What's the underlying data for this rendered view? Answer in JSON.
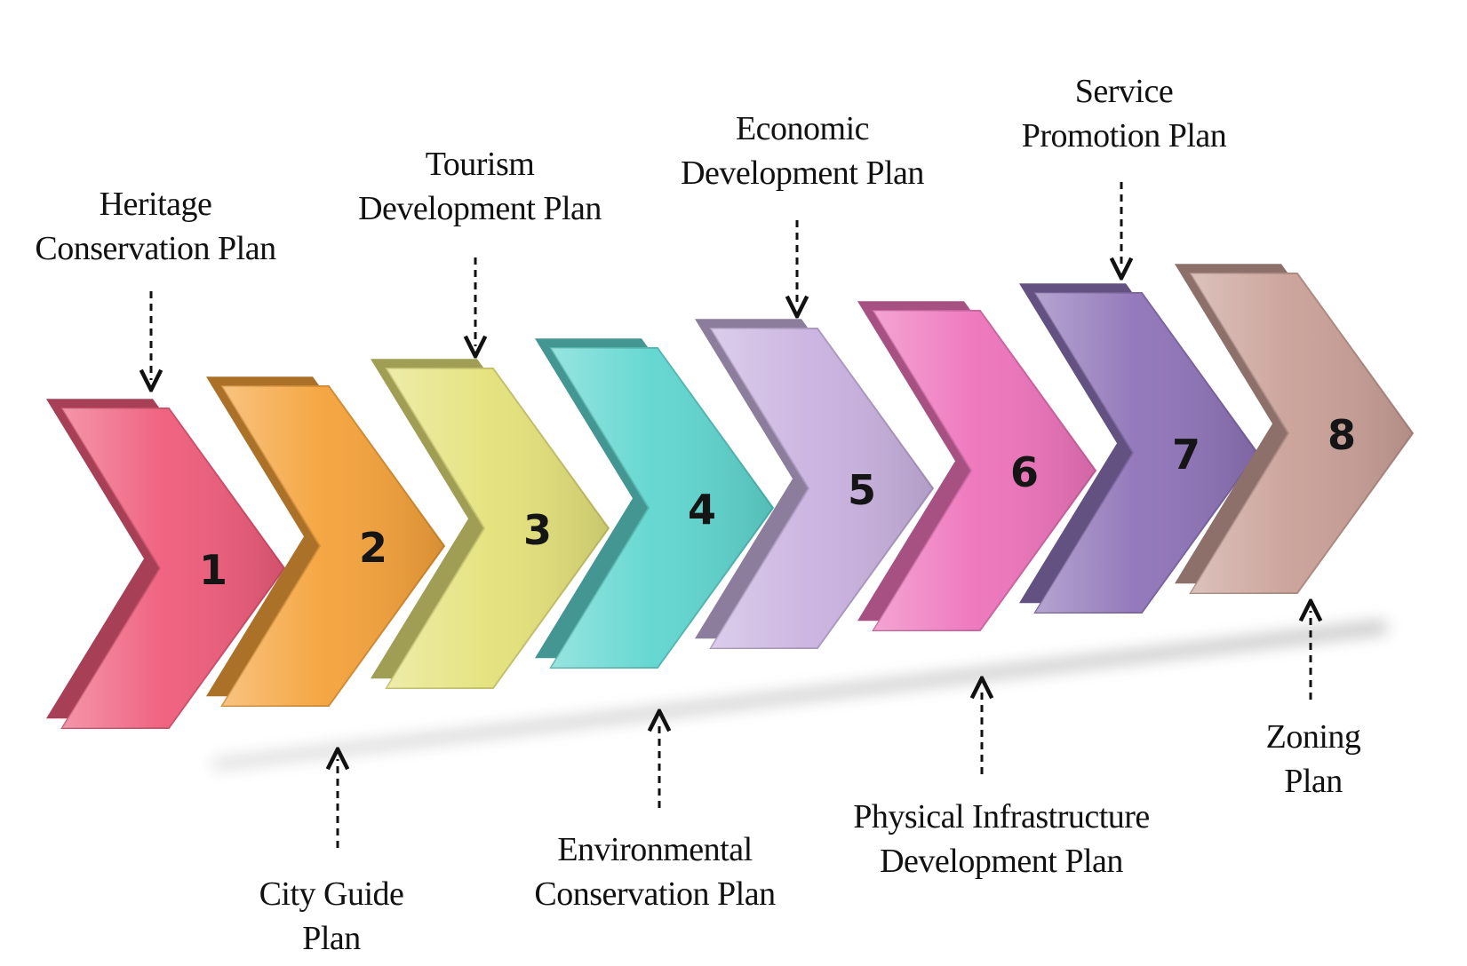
{
  "steps": [
    {
      "number": "1",
      "label_lines": [
        "Heritage",
        "Conservation Plan"
      ],
      "position": "top",
      "color": "#ef5c7b"
    },
    {
      "number": "2",
      "label_lines": [
        "City Guide",
        "Plan"
      ],
      "position": "bottom",
      "color": "#f5a23a"
    },
    {
      "number": "3",
      "label_lines": [
        "Tourism",
        "Development Plan"
      ],
      "position": "top",
      "color": "#e4e27a"
    },
    {
      "number": "4",
      "label_lines": [
        "Environmental",
        "Conservation Plan"
      ],
      "position": "bottom",
      "color": "#5fd6cf"
    },
    {
      "number": "5",
      "label_lines": [
        "Economic",
        "Development Plan"
      ],
      "position": "top",
      "color": "#c9b2e0"
    },
    {
      "number": "6",
      "label_lines": [
        "Physical Infrastructure",
        "Development Plan"
      ],
      "position": "bottom",
      "color": "#ee73bb"
    },
    {
      "number": "7",
      "label_lines": [
        "Service",
        "Promotion Plan"
      ],
      "position": "top",
      "color": "#8e73b8"
    },
    {
      "number": "8",
      "label_lines": [
        "Zoning",
        "Plan"
      ],
      "position": "bottom",
      "color": "#c9a097"
    }
  ]
}
